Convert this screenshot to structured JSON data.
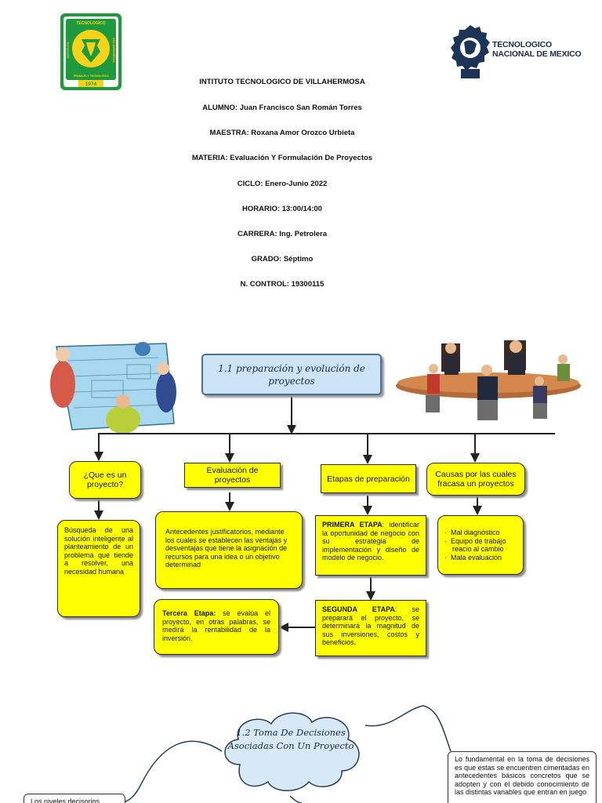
{
  "logos": {
    "left": {
      "ring_text_top": "TECNOLOGICO",
      "ring_text_left": "INSTITUTO",
      "ring_text_right": "VILLAHERMOSA",
      "ring_text_bottom": "TRABAJO Y TECNOLOGIA",
      "year": "1974"
    },
    "right": {
      "line1": "TECNOLOGICO",
      "line2": "NACIONAL DE MEXICO"
    }
  },
  "cover": {
    "institution": "INTITUTO TECNOLOGICO DE VILLAHERMOSA",
    "student": "ALUMNO: Juan Francisco San Román Torres",
    "teacher": "MAESTRA: Roxana Amor Orozco Urbieta",
    "subject": "MATERIA: Evaluación Y Formulación De Proyectos",
    "cycle": "CICLO: Enero-Junio 2022",
    "schedule": "HORARIO: 13:00/14:00",
    "career": "CARRERA: Ing. Petrolera",
    "grade": "GRADO: Séptimo",
    "control_number": "N. CONTROL: 19300115"
  },
  "map": {
    "title": "1.1 preparación y evolución de proyectos",
    "branches": {
      "what": {
        "heading": "¿Que es un proyecto?",
        "body": "Búsqueda de una solución inteligente al planteamiento de un problema que tiende a resolver, una necesidad humana"
      },
      "evaluation": {
        "heading": "Evaluación de proyectos",
        "body": "Antecedentes justificatorios, mediante los cuales se establecen las ventajas y desventajas que tiene la asignación de recursos para una idea o un objetivo determinad"
      },
      "stages": {
        "heading": "Etapas de preparación",
        "first_label": "PRIMERA ETAPA",
        "first_text": ": identificar la oportunidad de negocio con su estrategia de implementación y diseño de modelo de negocio.",
        "second_label": "SEGUNDA ETAPA",
        "second_text": ": se preparará el proyecto, se determinará la magnitud de sus inversiones, costos y beneficios.",
        "third_label": "Tercera Etapa:",
        "third_text": " se evalúa el proyecto, en otras palabras, se medirá la rentabilidad de la inversión."
      },
      "causes": {
        "heading": "Causas por las cuales fracasa un proyectos",
        "items": [
          "Mal diagnóstico",
          "Equipo de trabajo reacio al cambio",
          "Mala evaluación"
        ]
      }
    }
  },
  "section2": {
    "title": "1.2 Toma De Decisiones Asociadas Con Un Proyecto",
    "right_note": "Lo fundamental en la toma de decisiones es que estas se encuentren cimentadas en antecedentes básicos concretos que se adopten y con el debido conocimiento de las distintas variables que entran en juego",
    "left_note": "Los niveles decisorios"
  }
}
